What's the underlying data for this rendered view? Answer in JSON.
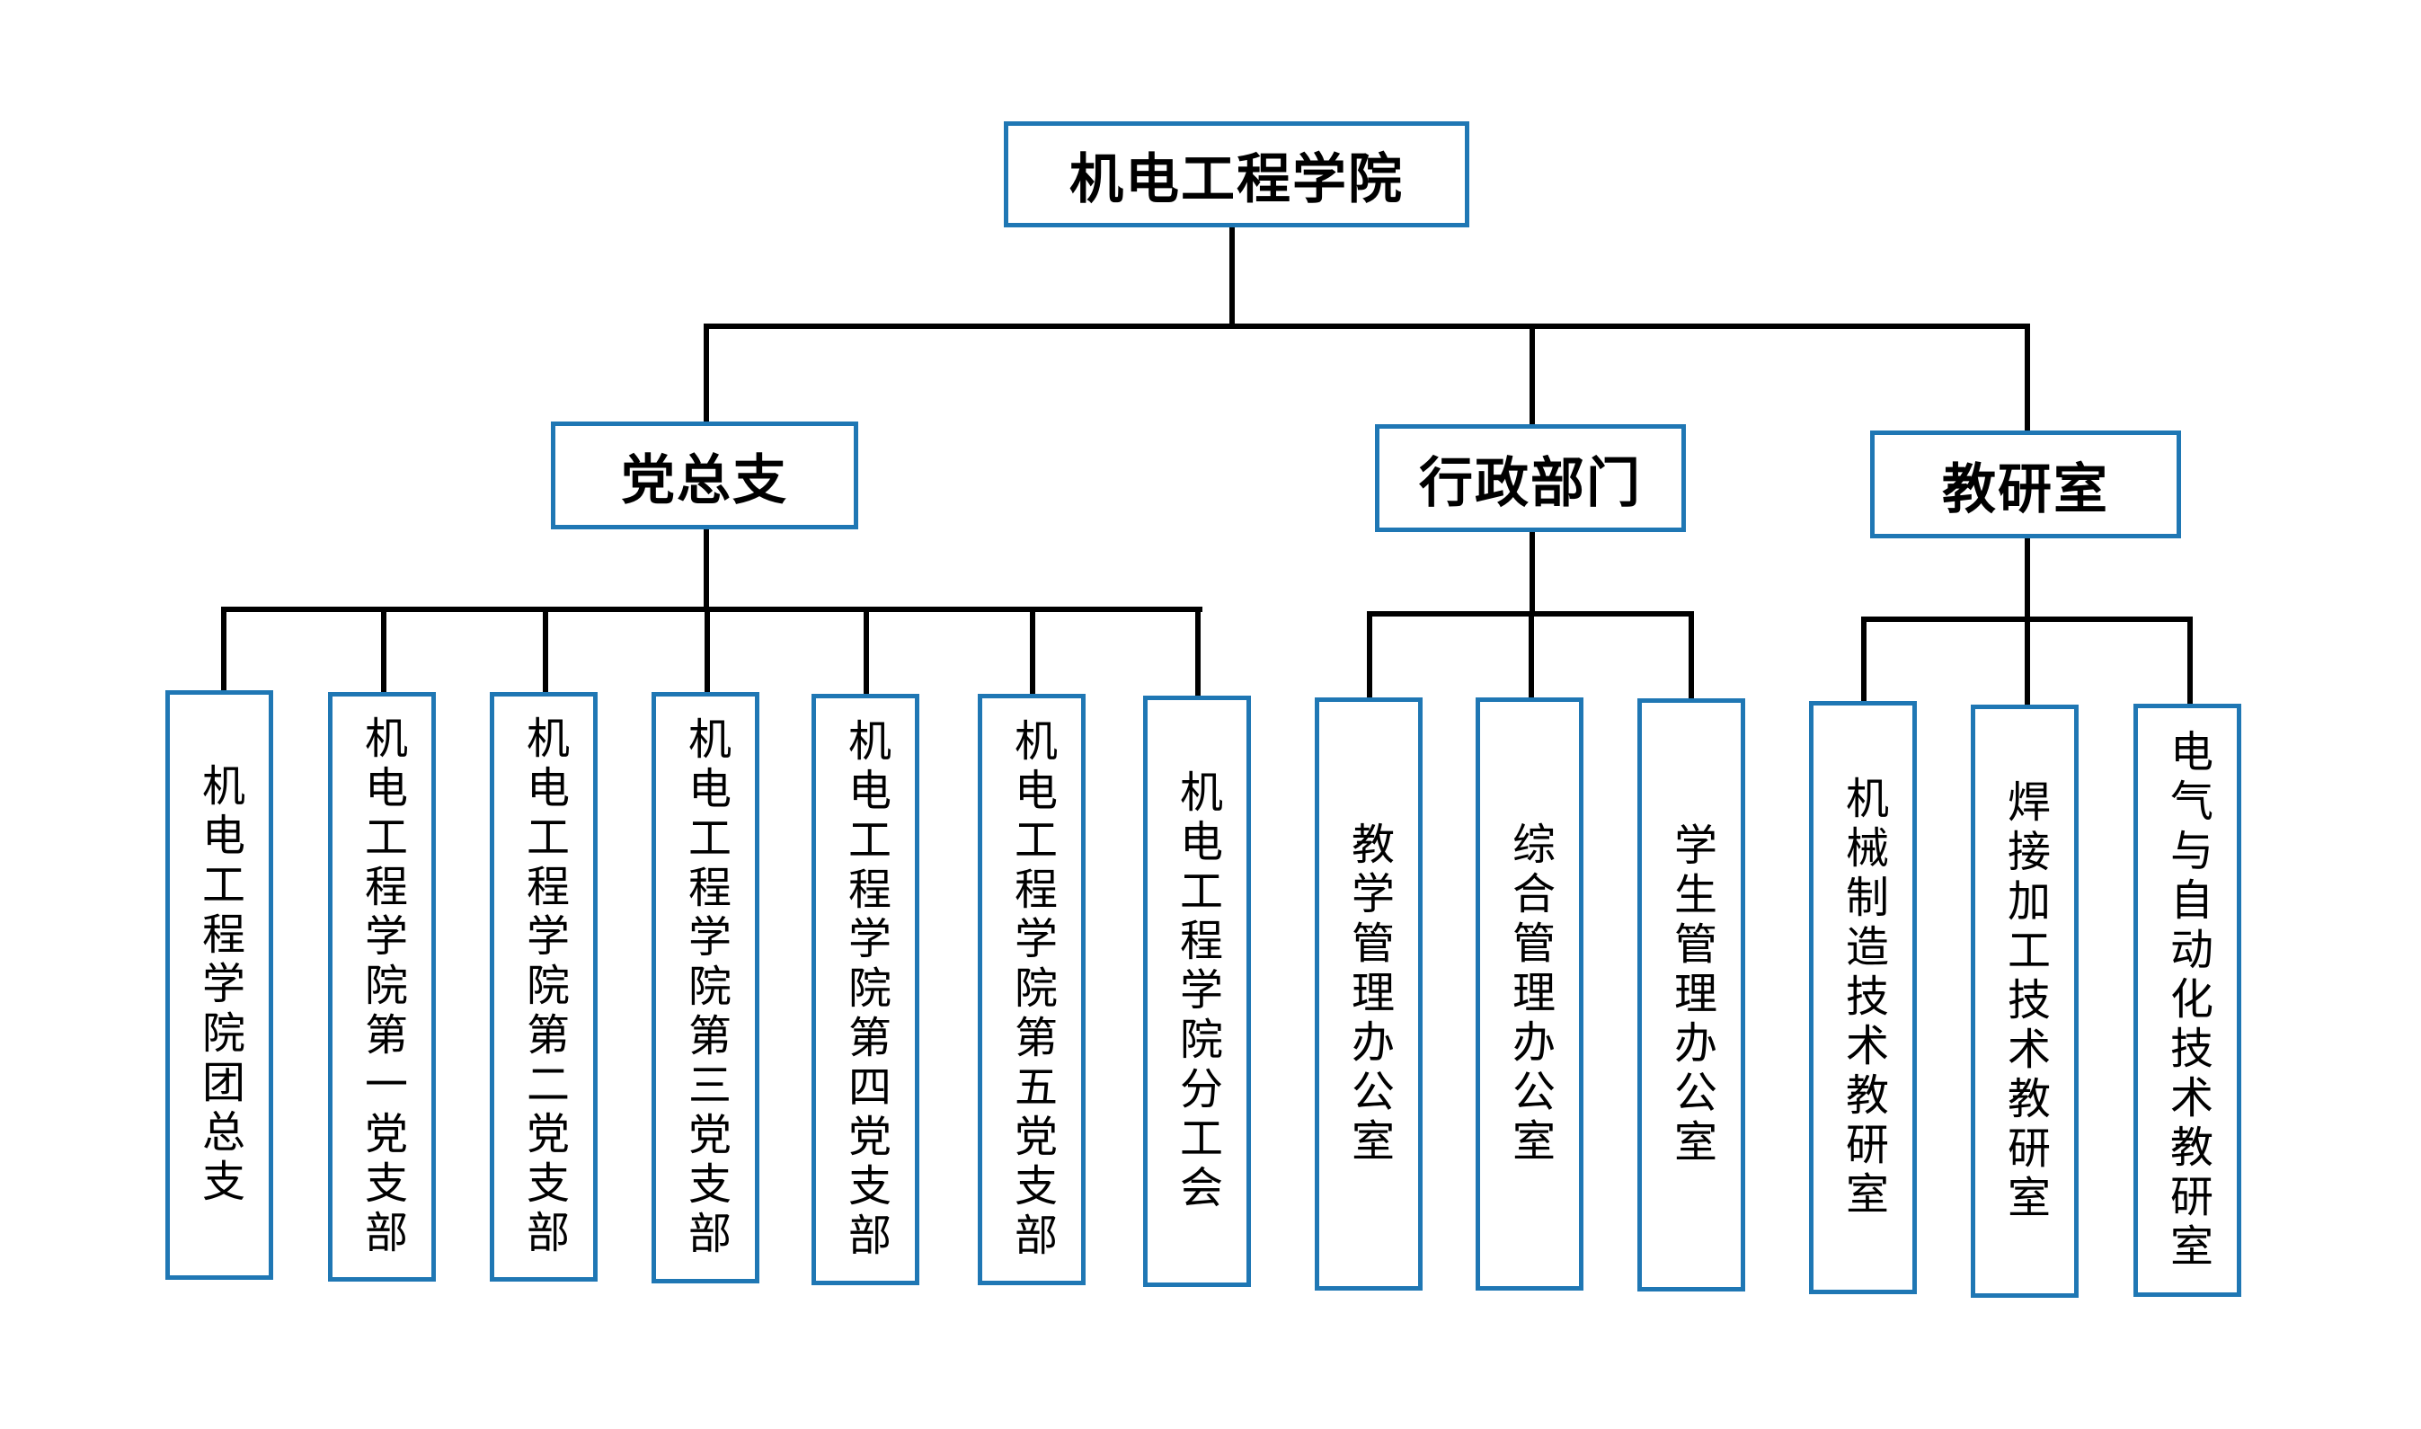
{
  "root": "机电工程学院",
  "accent_color": "#1f77b4",
  "line_color": "#000000",
  "departments": [
    {
      "label": "党总支",
      "children": [
        "机电工程学院团总支",
        "机电工程学院第一党支部",
        "机电工程学院第二党支部",
        "机电工程学院第三党支部",
        "机电工程学院第四党支部",
        "机电工程学院第五党支部",
        "机电工程学院分工会"
      ]
    },
    {
      "label": "行政部门",
      "children": [
        "教学管理办公室",
        "综合管理办公室",
        "学生管理办公室"
      ]
    },
    {
      "label": "教研室",
      "children": [
        "机械制造技术教研室",
        "焊接加工技术教研室",
        "电气与自动化技术教研室"
      ]
    }
  ]
}
